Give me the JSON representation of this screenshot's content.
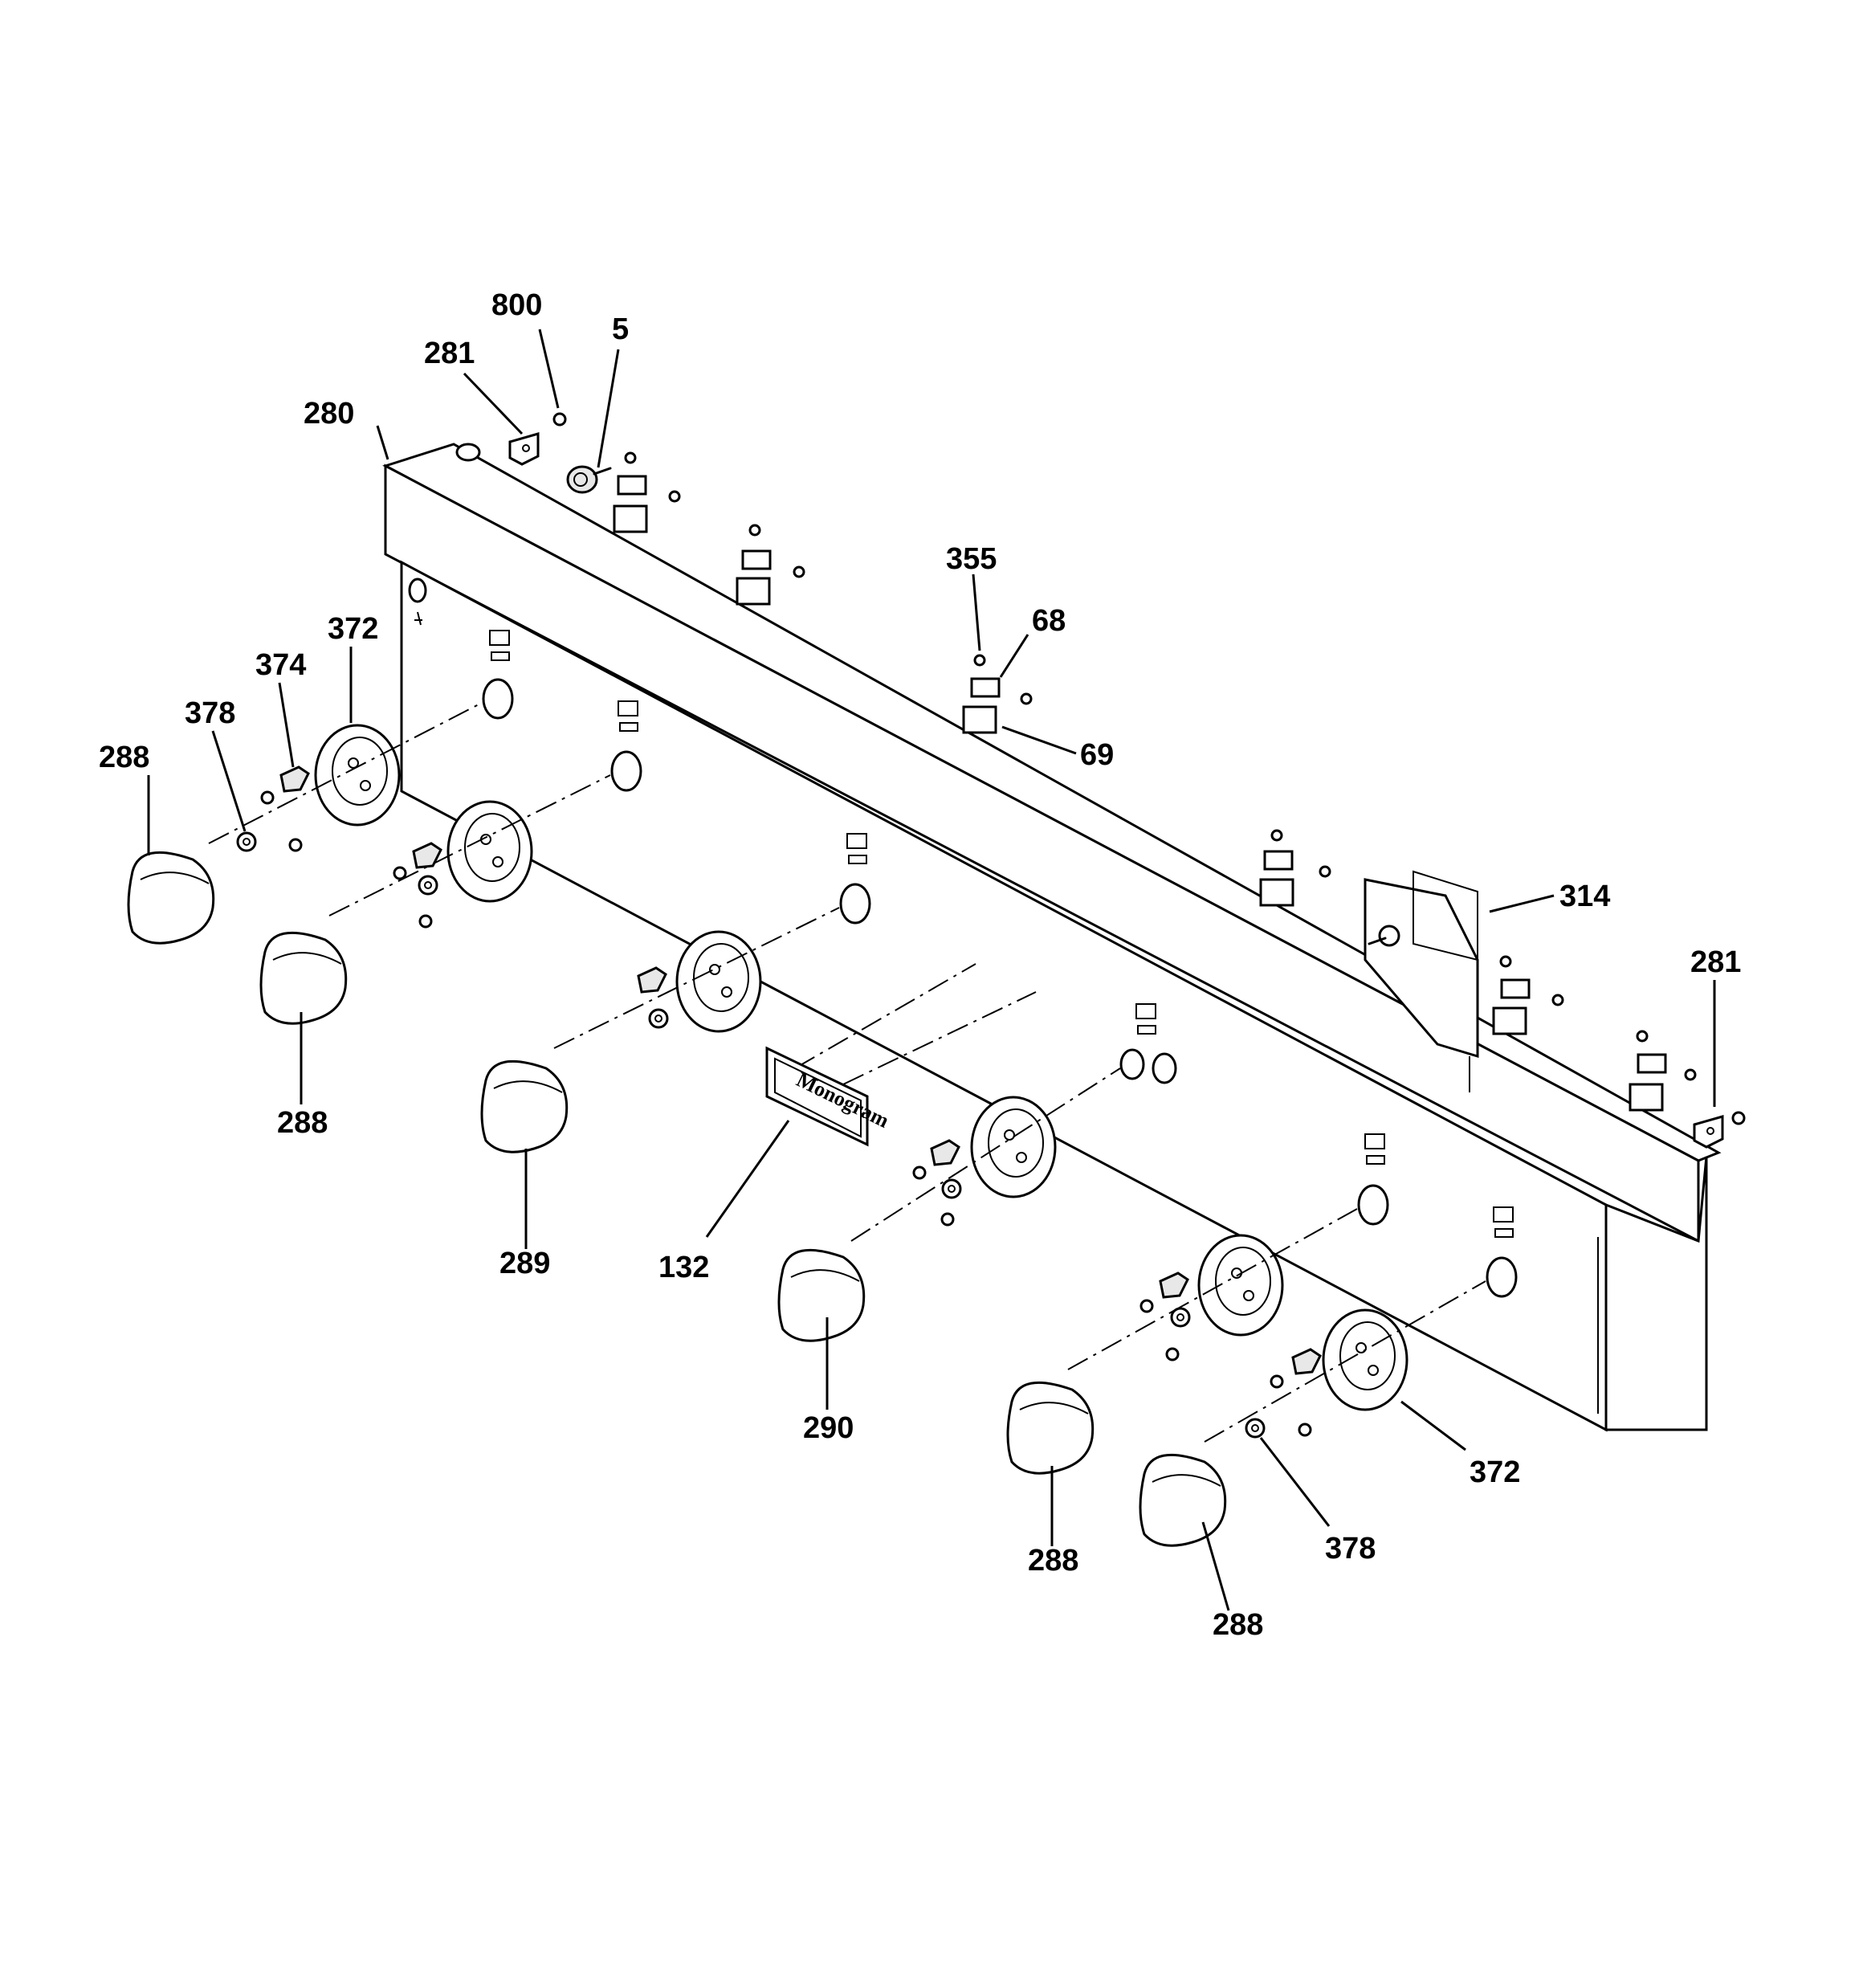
{
  "callouts": [
    {
      "id": "c800",
      "text": "800"
    },
    {
      "id": "c281a",
      "text": "281"
    },
    {
      "id": "c5",
      "text": "5"
    },
    {
      "id": "c280",
      "text": "280"
    },
    {
      "id": "c355",
      "text": "355"
    },
    {
      "id": "c68",
      "text": "68"
    },
    {
      "id": "c69",
      "text": "69"
    },
    {
      "id": "c372a",
      "text": "372"
    },
    {
      "id": "c374",
      "text": "374"
    },
    {
      "id": "c378a",
      "text": "378"
    },
    {
      "id": "c288a",
      "text": "288"
    },
    {
      "id": "c288b",
      "text": "288"
    },
    {
      "id": "c289",
      "text": "289"
    },
    {
      "id": "c132",
      "text": "132"
    },
    {
      "id": "c290",
      "text": "290"
    },
    {
      "id": "c314",
      "text": "314"
    },
    {
      "id": "c281b",
      "text": "281"
    },
    {
      "id": "c372b",
      "text": "372"
    },
    {
      "id": "c378b",
      "text": "378"
    },
    {
      "id": "c288c",
      "text": "288"
    },
    {
      "id": "c288d",
      "text": "288"
    }
  ],
  "nameplate": {
    "brand": "Monogram"
  }
}
